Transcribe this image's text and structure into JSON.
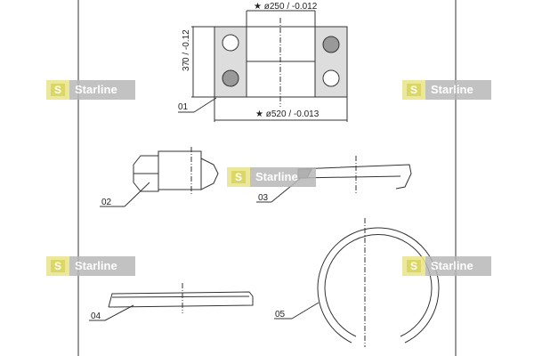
{
  "brand": {
    "logo_letter": "S",
    "name": "Starline",
    "colors": {
      "logo": "#d6cf4a",
      "panel": "#b8b8b8"
    }
  },
  "parts": [
    {
      "label": "01"
    },
    {
      "label": "02"
    },
    {
      "label": "03"
    },
    {
      "label": "04"
    },
    {
      "label": "05"
    }
  ],
  "dimensions": {
    "inner_diameter": "★ ø25",
    "inner_tol": "0 / -0.012",
    "outer_diameter": "★ ø52",
    "outer_tol": "0 / -0.013",
    "width": "37",
    "width_tol": "0 / -0.12"
  }
}
